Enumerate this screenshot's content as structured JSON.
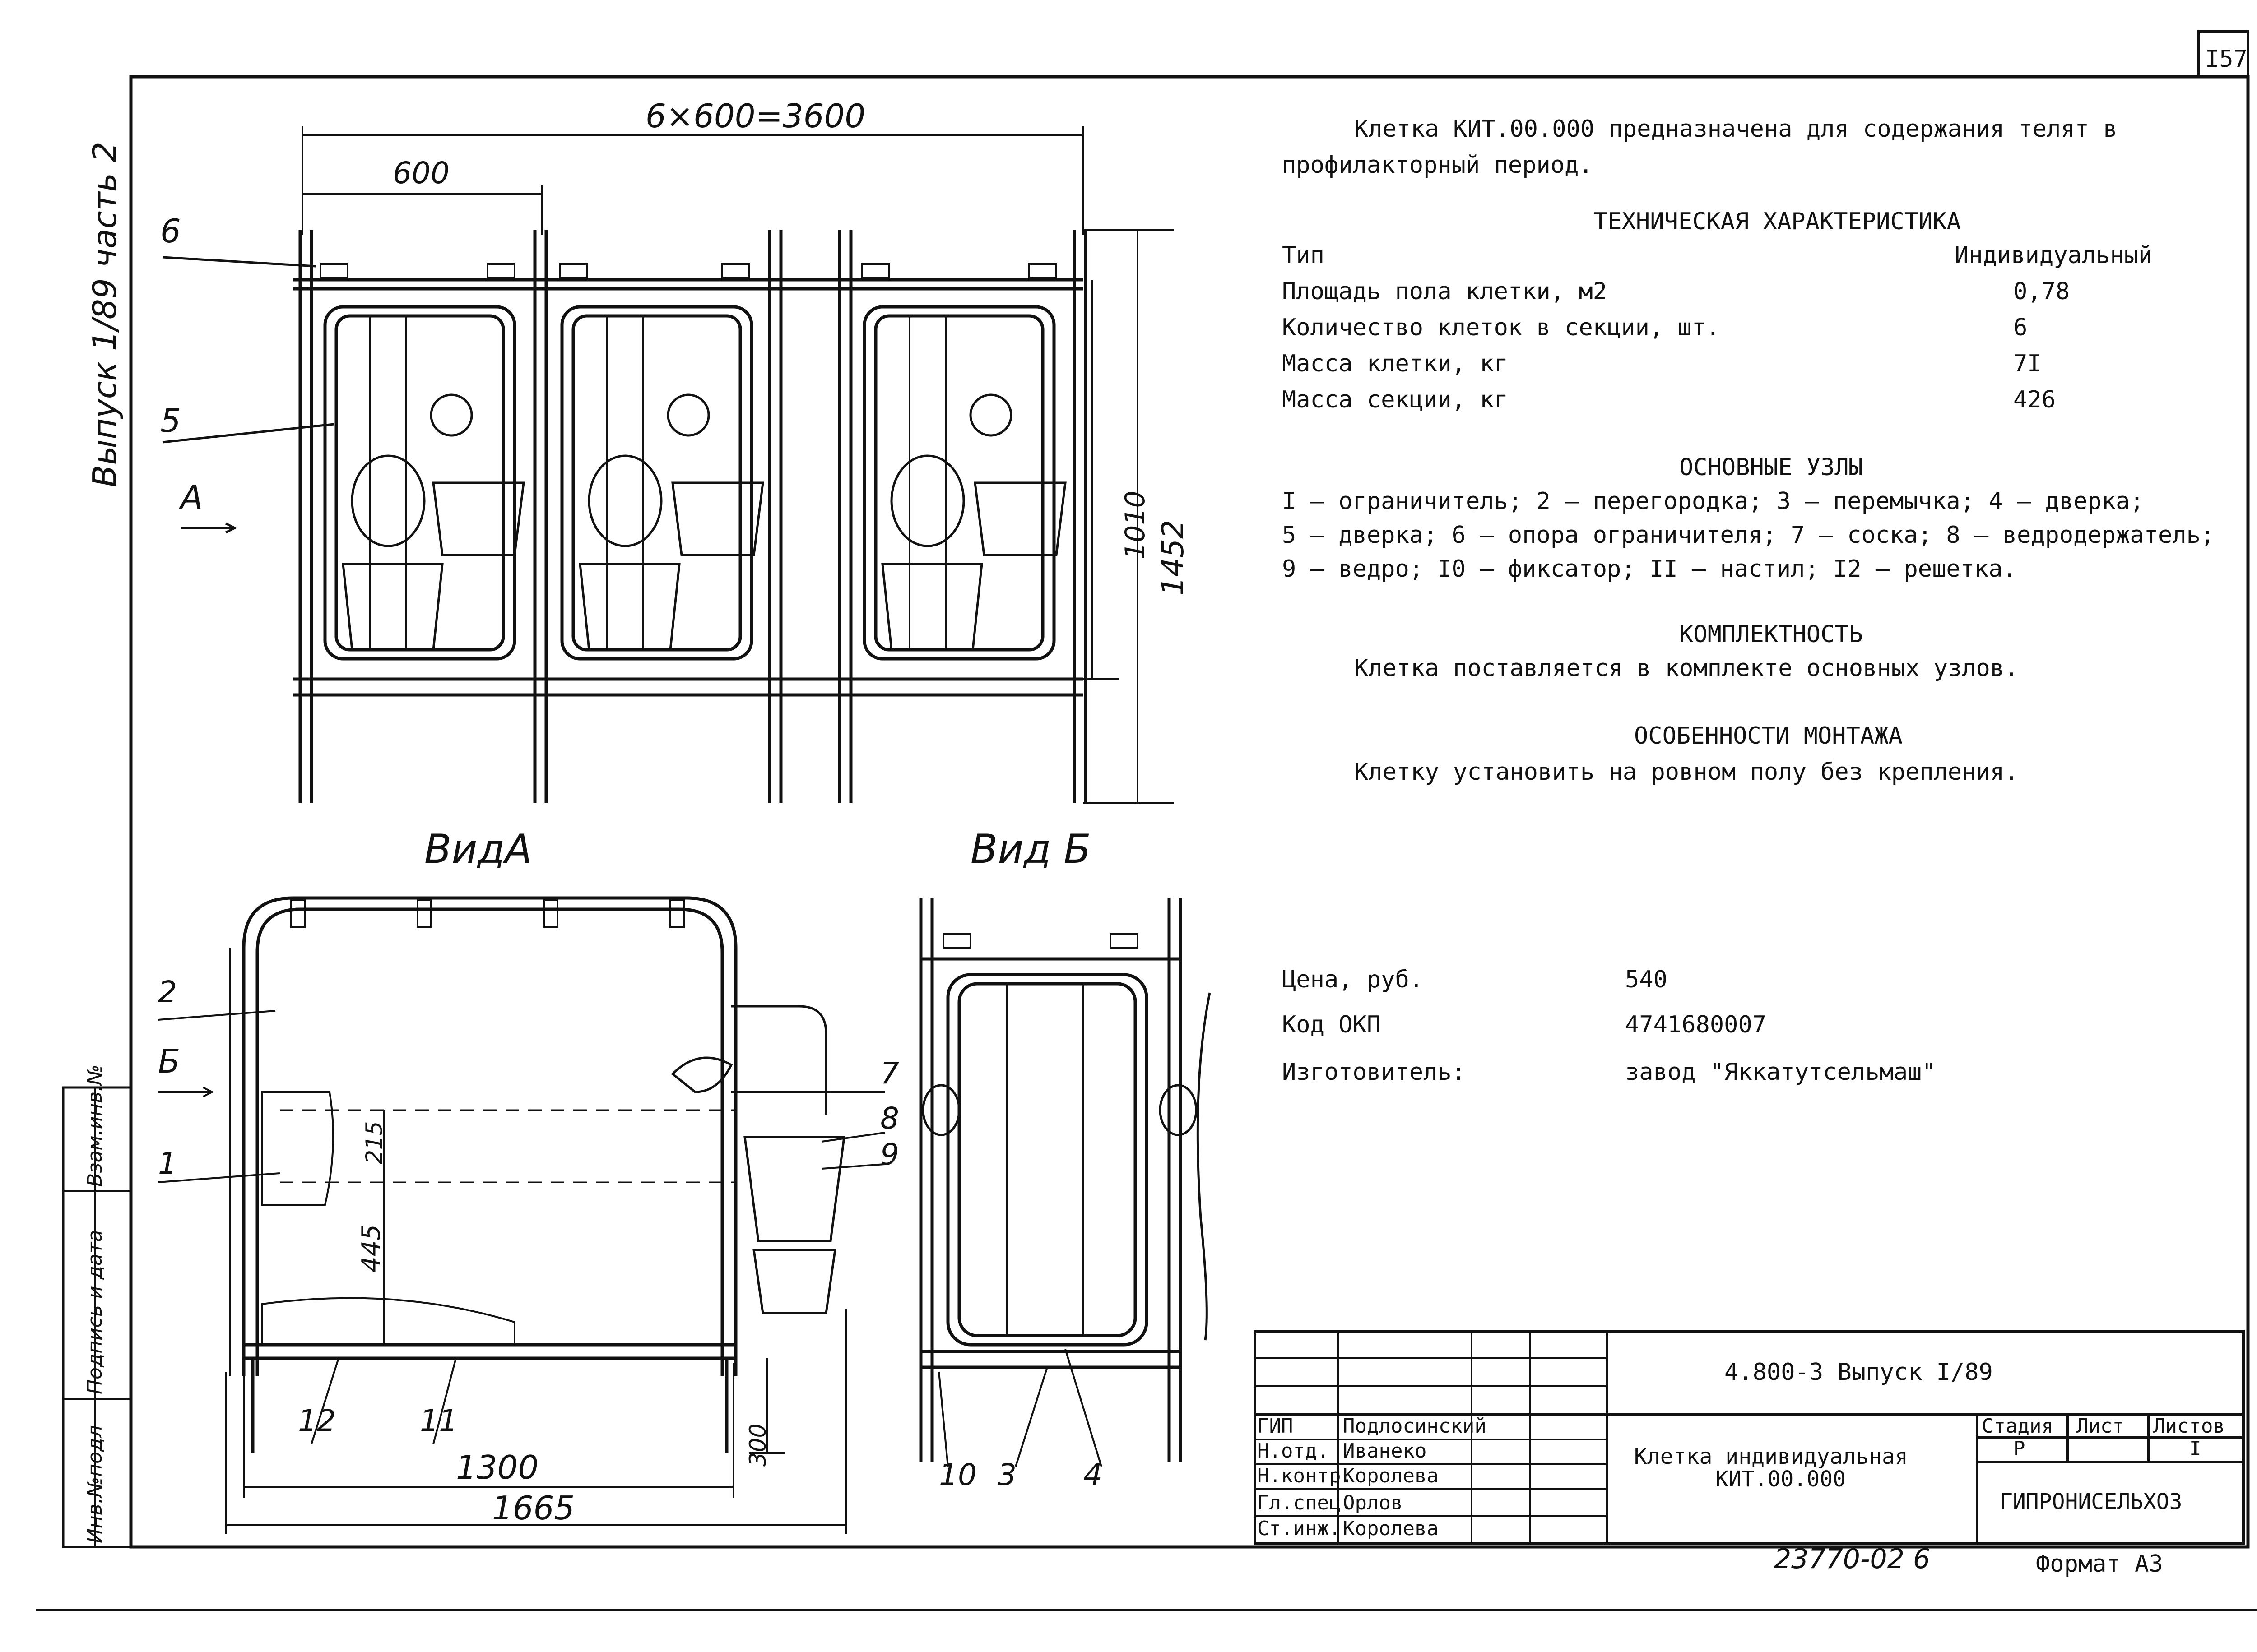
{
  "sheet": {
    "number": "I57",
    "format": "Формат А3",
    "archive_no": "23770-02 6"
  },
  "side_stamp": {
    "title": "Выпуск 1/89 часть 2",
    "fields": [
      "Инв.№подл",
      "Подпись и дата",
      "Взам.инв.№"
    ]
  },
  "description": {
    "line1": "Клетка КИТ.00.000 предназначена для содержания телят в",
    "line2": "профилакторный период."
  },
  "tech": {
    "heading": "ТЕХНИЧЕСКАЯ ХАРАКТЕРИСТИКА",
    "rows": [
      {
        "label": "Тип",
        "value": "Индивидуальный"
      },
      {
        "label": "Площадь пола клетки, м2",
        "value": "0,78"
      },
      {
        "label": "Количество клеток в секции, шт.",
        "value": "6"
      },
      {
        "label": "Масса клетки, кг",
        "value": "7I"
      },
      {
        "label": "Масса секции, кг",
        "value": "426"
      }
    ]
  },
  "nodes": {
    "heading": "ОСНОВНЫЕ УЗЛЫ",
    "lines": [
      "I – ограничитель; 2 – перегородка; 3 – перемычка; 4 – дверка;",
      "5 – дверка; 6 – опора ограничителя; 7 – соска; 8 – ведродержатель;",
      "9 – ведро; I0 – фиксатор; II – настил; I2 – решетка."
    ]
  },
  "completeness": {
    "heading": "КОМПЛЕКТНОСТЬ",
    "text": "Клетка поставляется в комплекте основных узлов."
  },
  "mounting": {
    "heading": "ОСОБЕННОСТИ МОНТАЖА",
    "text": "Клетку установить на ровном полу без крепления."
  },
  "price": {
    "rows": [
      {
        "label": "Цена, руб.",
        "value": "540"
      },
      {
        "label": "Код ОКП",
        "value": "4741680007"
      },
      {
        "label": "Изготовитель:",
        "value": "завод \"Яккатутсельмаш\""
      }
    ]
  },
  "drawing": {
    "dim_total": "6×600=3600",
    "dim_600": "600",
    "dim_1010": "1010",
    "dim_1452": "1452",
    "view_a_title": "ВидА",
    "view_b_title": "Вид Б",
    "arrow_a": "А",
    "arrow_b": "Б",
    "dim_215": "215",
    "dim_445": "445",
    "dim_300": "300",
    "dim_1300": "1300",
    "dim_1665": "1665",
    "callouts_top": [
      "6",
      "5"
    ],
    "callouts_a": [
      "2",
      "1",
      "7",
      "8",
      "9",
      "12",
      "11"
    ],
    "callouts_b": [
      "10",
      "3",
      "4"
    ]
  },
  "title_block": {
    "doc_code": "4.800-3 Выпуск I/89",
    "name_line1": "Клетка индивидуальная",
    "name_line2": "КИТ.00.000",
    "stage_h": "Стадия",
    "sheet_h": "Лист",
    "sheets_h": "Листов",
    "stage": "Р",
    "sheet": "I",
    "org": "ГИПРОНИСЕЛЬХОЗ",
    "people": [
      {
        "role": "ГИП",
        "name": "Подлосинский"
      },
      {
        "role": "Н.отд.",
        "name": "Иванеко"
      },
      {
        "role": "Н.контр.",
        "name": "Королева"
      },
      {
        "role": "Гл.спец.",
        "name": "Орлов"
      },
      {
        "role": "Ст.инж.",
        "name": "Королева"
      }
    ]
  }
}
